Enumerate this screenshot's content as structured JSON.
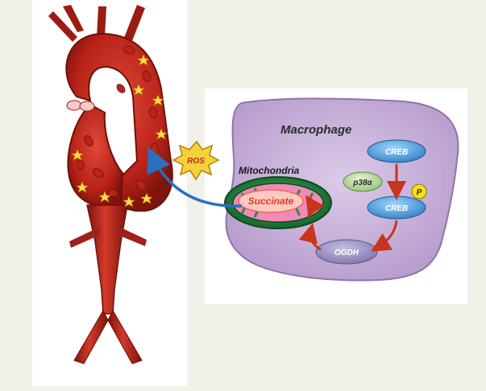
{
  "labels": {
    "macrophage": "Macrophage",
    "mitochondria": "Mitochondria",
    "succinate": "Succinate",
    "ros": "ROS",
    "creb_top": "CREB",
    "p38": "p38α",
    "creb_bottom": "CREB",
    "phospho": "P",
    "ogdh": "OGDH"
  },
  "colors": {
    "artery_dark": "#8e1a12",
    "artery_mid": "#c0281c",
    "cell_fill": "#cdb7dc",
    "mito_green": "#1f7a3a",
    "creb_blue": "#3d8fd0",
    "p38_green": "#b8d8a0",
    "ogdh_purple": "#8f85b8",
    "arrow_red": "#c8341c",
    "arrow_blue": "#2a6fc0",
    "ros_yellow": "#f4d23c",
    "p_yellow": "#f5e10f"
  }
}
